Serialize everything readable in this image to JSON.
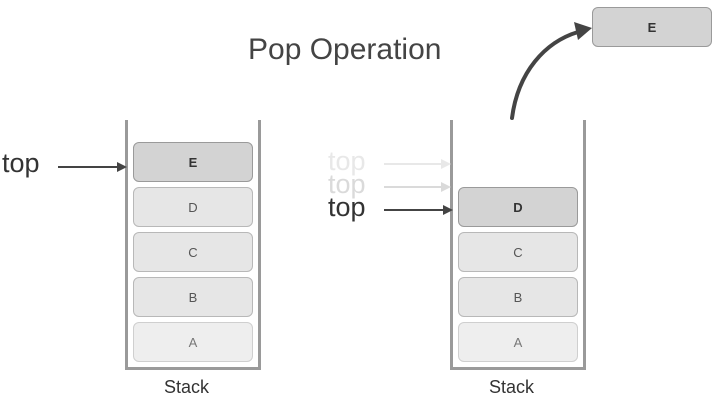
{
  "title": "Pop Operation",
  "top_label": "top",
  "stack_label": "Stack",
  "left_stack": {
    "items": [
      "E",
      "D",
      "C",
      "B",
      "A"
    ]
  },
  "right_stack": {
    "items": [
      "D",
      "C",
      "B",
      "A"
    ]
  },
  "popped_item": "E"
}
